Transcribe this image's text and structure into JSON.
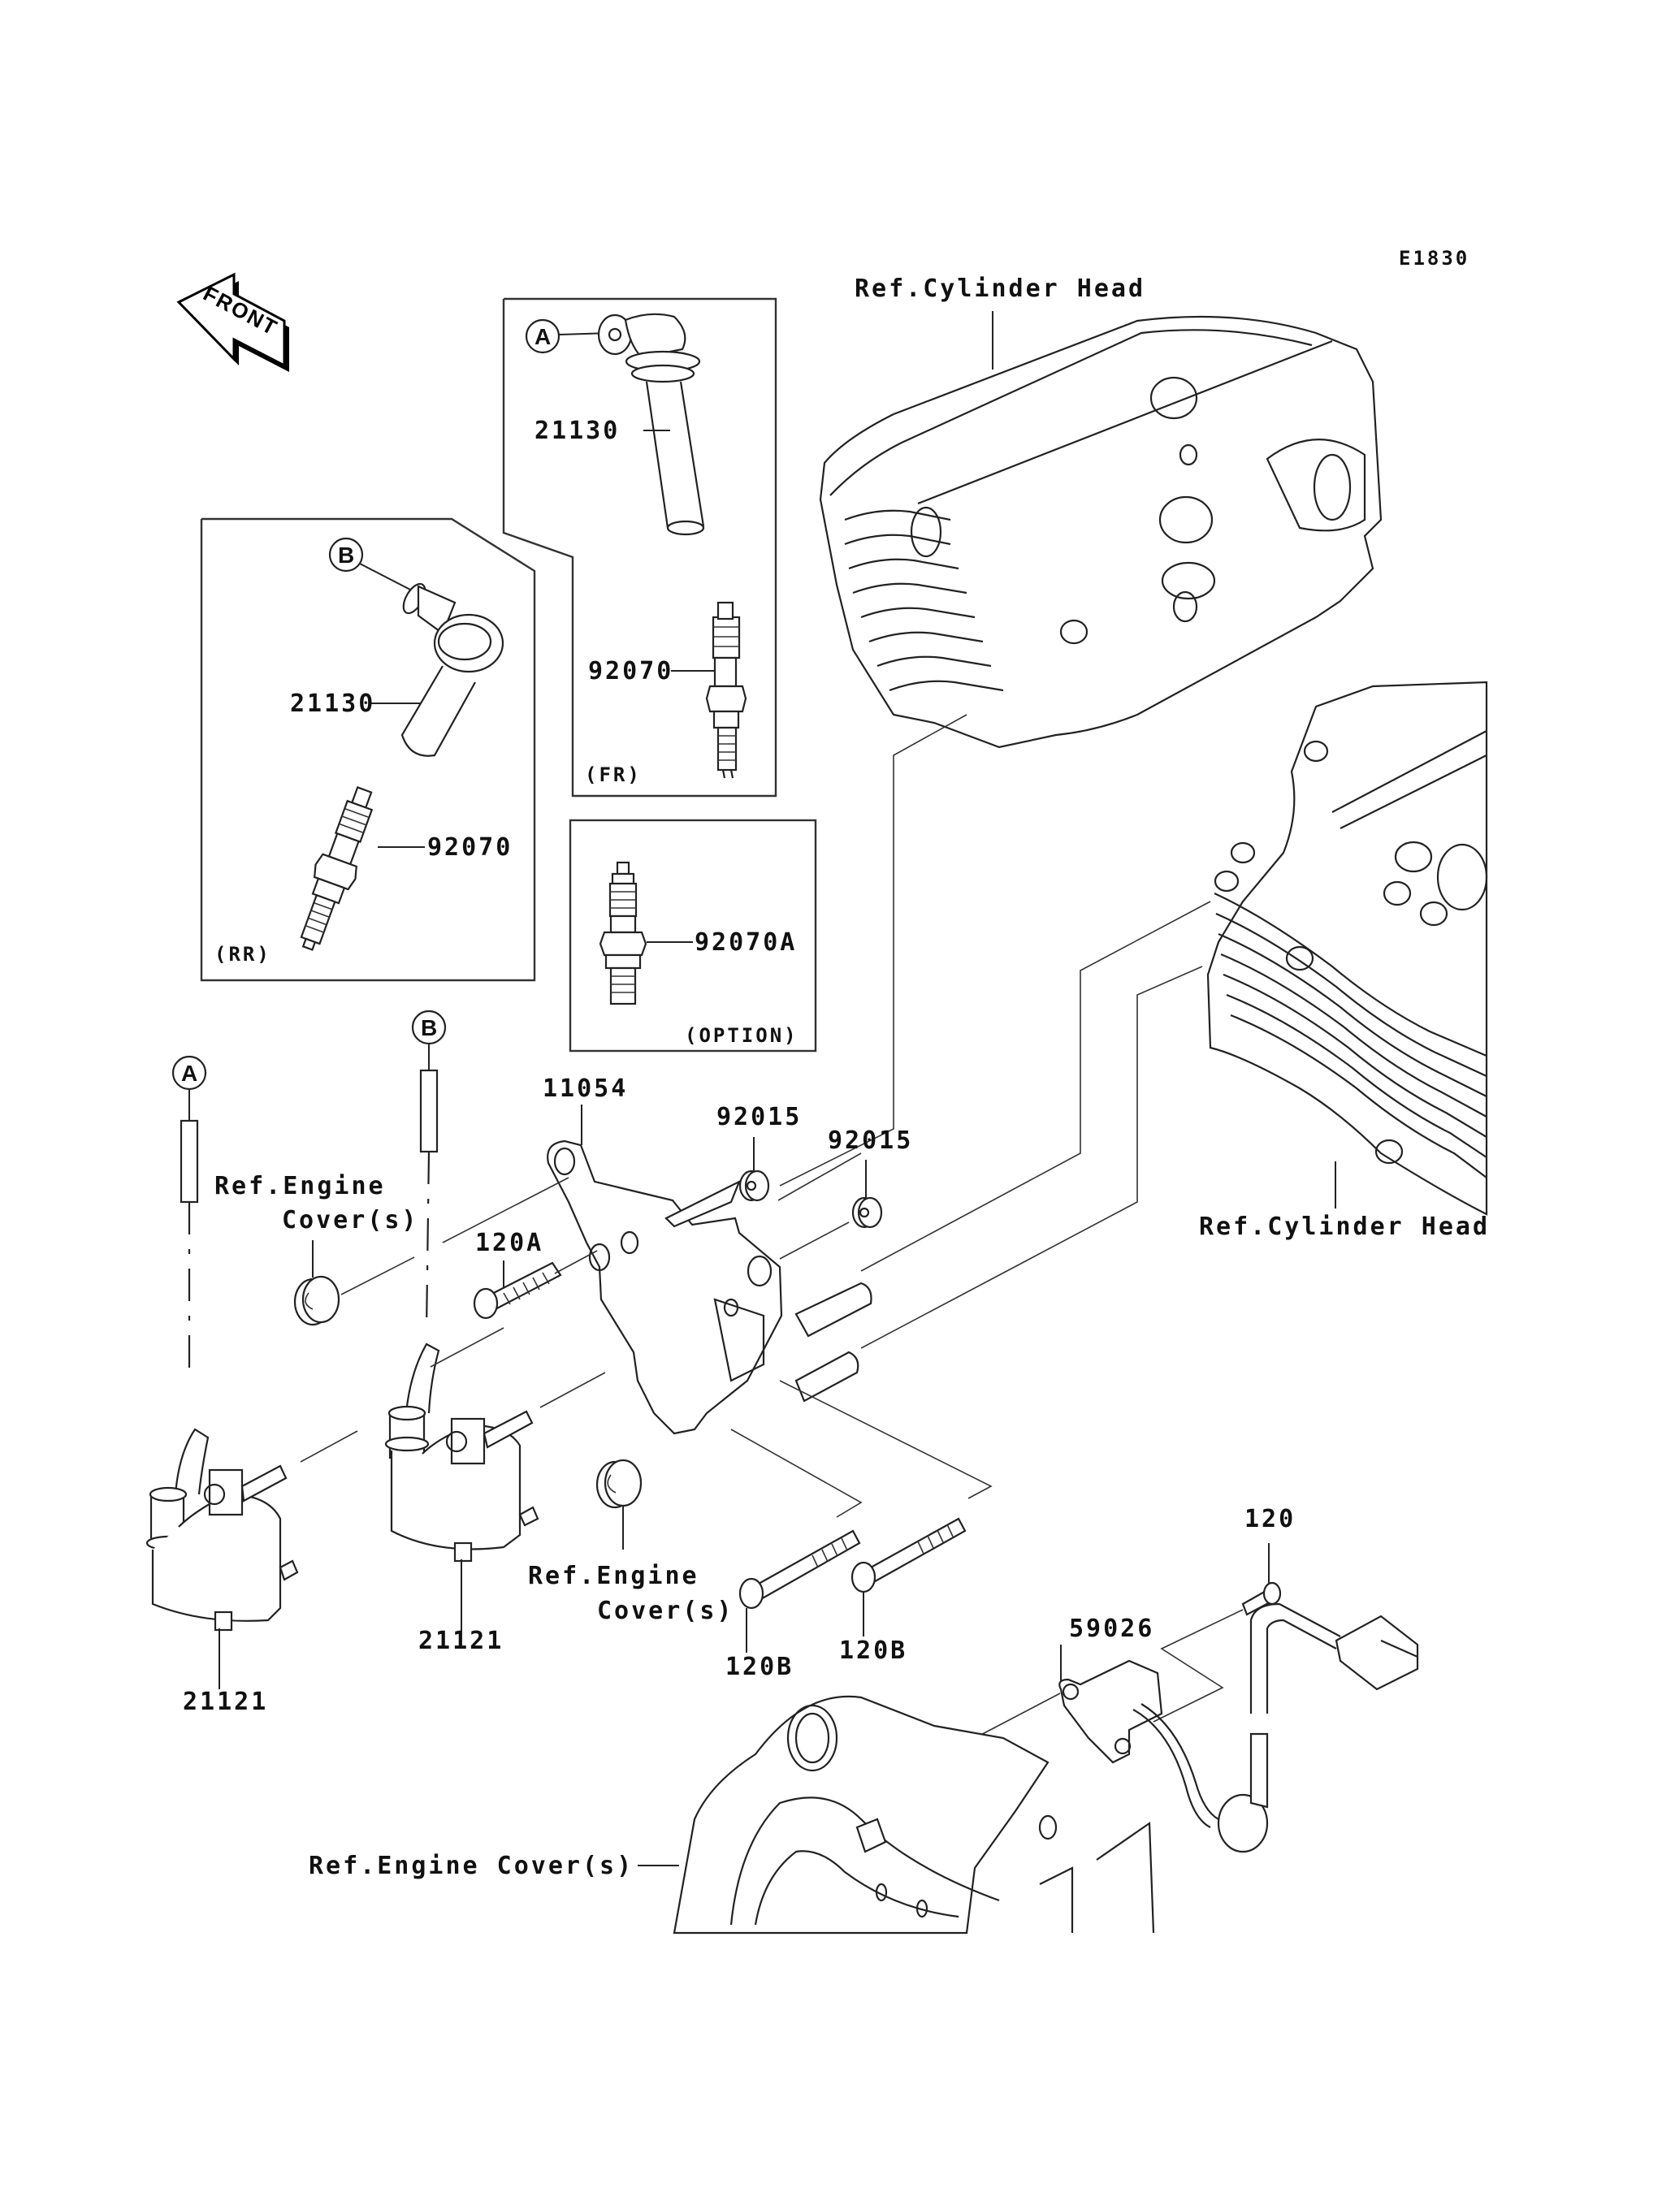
{
  "diagram": {
    "code": "E1830",
    "front_arrow": {
      "label": "FRONT",
      "icon": "front-direction-arrow-icon"
    },
    "callouts": {
      "a_top": "A",
      "b_top": "B",
      "a_bottom": "A",
      "b_bottom": "B"
    },
    "fr_box": {
      "variant": "(FR)",
      "parts": [
        {
          "number": "21130",
          "name": "spark-plug-cap"
        },
        {
          "number": "92070",
          "name": "spark-plug"
        }
      ]
    },
    "rr_box": {
      "variant": "(RR)",
      "parts": [
        {
          "number": "21130",
          "name": "spark-plug-cap"
        },
        {
          "number": "92070",
          "name": "spark-plug"
        }
      ]
    },
    "option_box": {
      "variant": "(OPTION)",
      "parts": [
        {
          "number": "92070A",
          "name": "spark-plug"
        }
      ]
    },
    "parts": {
      "bracket": "11054",
      "nut_1": "92015",
      "nut_2": "92015",
      "bolt_120a": "120A",
      "bolt_120b_1": "120B",
      "bolt_120b_2": "120B",
      "bolt_120": "120",
      "coil_left": "21121",
      "coil_mid": "21121",
      "sensor": "59026"
    },
    "references": {
      "cylinder_head_top": "Ref.Cylinder Head",
      "cylinder_head_right": "Ref.Cylinder Head",
      "engine_cover_upper_line1": "Ref.Engine",
      "engine_cover_upper_line2": "Cover(s)",
      "engine_cover_mid_line1": "Ref.Engine",
      "engine_cover_mid_line2": "Cover(s)",
      "engine_cover_bottom": "Ref.Engine Cover(s)"
    }
  }
}
